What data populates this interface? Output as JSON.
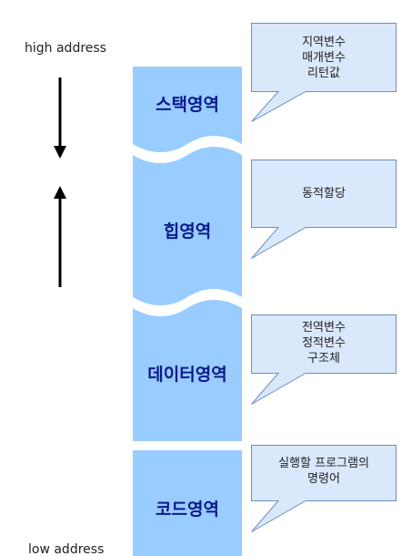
{
  "addresses": {
    "high": "high address",
    "low": "low address"
  },
  "segments": [
    {
      "name": "stack",
      "label": "스택영역"
    },
    {
      "name": "heap",
      "label": "힙영역"
    },
    {
      "name": "data",
      "label": "데이터영역"
    },
    {
      "name": "code",
      "label": "코드영역"
    }
  ],
  "callouts": [
    {
      "name": "stack",
      "lines": [
        "지역변수",
        "매개변수",
        "리턴값"
      ]
    },
    {
      "name": "heap",
      "lines": [
        "동적할당"
      ]
    },
    {
      "name": "data",
      "lines": [
        "전역변수",
        "정적변수",
        "구조체"
      ]
    },
    {
      "name": "code",
      "lines": [
        "실행할 프로그램의",
        "명령어"
      ]
    }
  ],
  "colors": {
    "segment_fill": "#99ccff",
    "callout_fill": "#dae8fc",
    "callout_stroke": "#6c8ebf",
    "segment_label": "#0a1a8c",
    "arrow": "#000000"
  }
}
